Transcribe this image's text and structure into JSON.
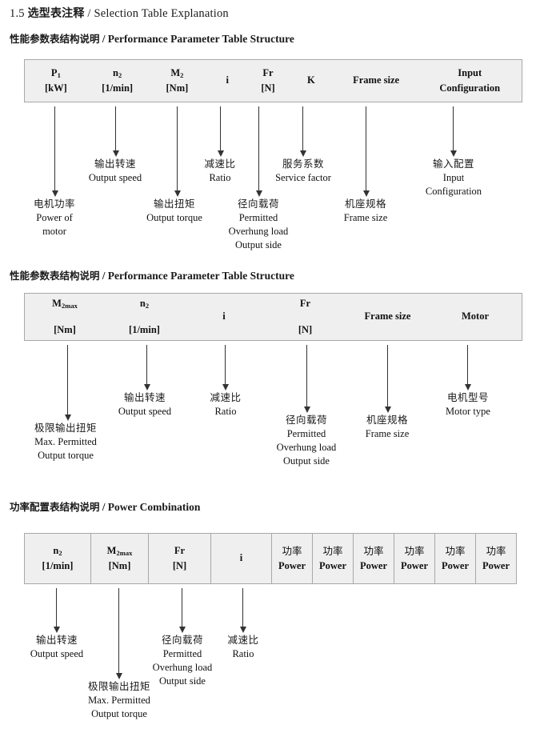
{
  "document": {
    "section_number": "1.5",
    "title_cn": "选型表注释",
    "title_sep": "/",
    "title_en": "Selection Table Explanation"
  },
  "sections": [
    {
      "heading_cn": "性能参数表结构说明",
      "heading_sep": "/",
      "heading_en": "Performance Parameter Table Structure",
      "table": {
        "columns": [
          {
            "line1": "P",
            "sub1": "1",
            "line2": "[kW]"
          },
          {
            "line1": "n",
            "sub1": "2",
            "line2": "[1/min]"
          },
          {
            "line1": "M",
            "sub1": "2",
            "line2": "[Nm]"
          },
          {
            "line1": "i",
            "sub1": "",
            "line2": ""
          },
          {
            "line1": "Fr",
            "sub1": "",
            "line2": "[N]"
          },
          {
            "line1": "K",
            "sub1": "",
            "line2": ""
          },
          {
            "line1": "Frame size",
            "sub1": "",
            "line2": ""
          },
          {
            "line1": "Input",
            "sub1": "",
            "line2": "Configuration"
          }
        ]
      },
      "annotations": [
        {
          "cn": "电机功率",
          "en1": "Power of",
          "en2": "motor",
          "en3": ""
        },
        {
          "cn": "输出转速",
          "en1": "Output speed",
          "en2": "",
          "en3": ""
        },
        {
          "cn": "输出扭矩",
          "en1": "Output torque",
          "en2": "",
          "en3": ""
        },
        {
          "cn": "减速比",
          "en1": "Ratio",
          "en2": "",
          "en3": ""
        },
        {
          "cn": "径向载荷",
          "en1": "Permitted",
          "en2": "Overhung load",
          "en3": "Output side"
        },
        {
          "cn": "服务系数",
          "en1": "Service factor",
          "en2": "",
          "en3": ""
        },
        {
          "cn": "机座规格",
          "en1": "Frame size",
          "en2": "",
          "en3": ""
        },
        {
          "cn": "输入配置",
          "en1": "Input",
          "en2": "Configuration",
          "en3": ""
        }
      ]
    },
    {
      "heading_cn": "性能参数表结构说明",
      "heading_sep": "/",
      "heading_en": "Performance Parameter Table Structure",
      "table": {
        "columns": [
          {
            "line1": "M",
            "sub1": "2max",
            "line2": "[Nm]"
          },
          {
            "line1": "n",
            "sub1": "2",
            "line2": "[1/min]"
          },
          {
            "line1": "i",
            "sub1": "",
            "line2": ""
          },
          {
            "line1": "Fr",
            "sub1": "",
            "line2": "[N]"
          },
          {
            "line1": "Frame size",
            "sub1": "",
            "line2": ""
          },
          {
            "line1": "Motor",
            "sub1": "",
            "line2": ""
          }
        ]
      },
      "annotations": [
        {
          "cn": "极限输出扭矩",
          "en1": "Max. Permitted",
          "en2": "Output  torque",
          "en3": ""
        },
        {
          "cn": "输出转速",
          "en1": "Output speed",
          "en2": "",
          "en3": ""
        },
        {
          "cn": "减速比",
          "en1": "Ratio",
          "en2": "",
          "en3": ""
        },
        {
          "cn": "径向载荷",
          "en1": "Permitted",
          "en2": "Overhung load",
          "en3": "Output side"
        },
        {
          "cn": "机座规格",
          "en1": "Frame size",
          "en2": "",
          "en3": ""
        },
        {
          "cn": "电机型号",
          "en1": "Motor type",
          "en2": "",
          "en3": ""
        }
      ]
    },
    {
      "heading_cn": "功率配置表结构说明",
      "heading_sep": "/",
      "heading_en": "Power Combination",
      "table": {
        "columns": [
          {
            "line1": "n",
            "sub1": "2",
            "line2": "[1/min]"
          },
          {
            "line1": "M",
            "sub1": "2max",
            "line2": "[Nm]"
          },
          {
            "line1": "Fr",
            "sub1": "",
            "line2": "[N]"
          },
          {
            "line1": "i",
            "sub1": "",
            "line2": ""
          },
          {
            "line1": "功率",
            "sub1": "",
            "line2": "Power"
          },
          {
            "line1": "功率",
            "sub1": "",
            "line2": "Power"
          },
          {
            "line1": "功率",
            "sub1": "",
            "line2": "Power"
          },
          {
            "line1": "功率",
            "sub1": "",
            "line2": "Power"
          },
          {
            "line1": "功率",
            "sub1": "",
            "line2": "Power"
          },
          {
            "line1": "功率",
            "sub1": "",
            "line2": "Power"
          }
        ]
      },
      "annotations": [
        {
          "cn": "输出转速",
          "en1": "Output speed",
          "en2": "",
          "en3": ""
        },
        {
          "cn": "极限输出扭矩",
          "en1": "Max. Permitted",
          "en2": "Output  torque",
          "en3": ""
        },
        {
          "cn": "径向载荷",
          "en1": "Permitted",
          "en2": "Overhung load",
          "en3": "Output side"
        },
        {
          "cn": "减速比",
          "en1": "Ratio",
          "en2": "",
          "en3": ""
        }
      ]
    }
  ],
  "colors": {
    "table_fill": "#efefef",
    "table_border": "#a8a8a8",
    "arrow": "#333333",
    "text": "#1a1a1a"
  }
}
